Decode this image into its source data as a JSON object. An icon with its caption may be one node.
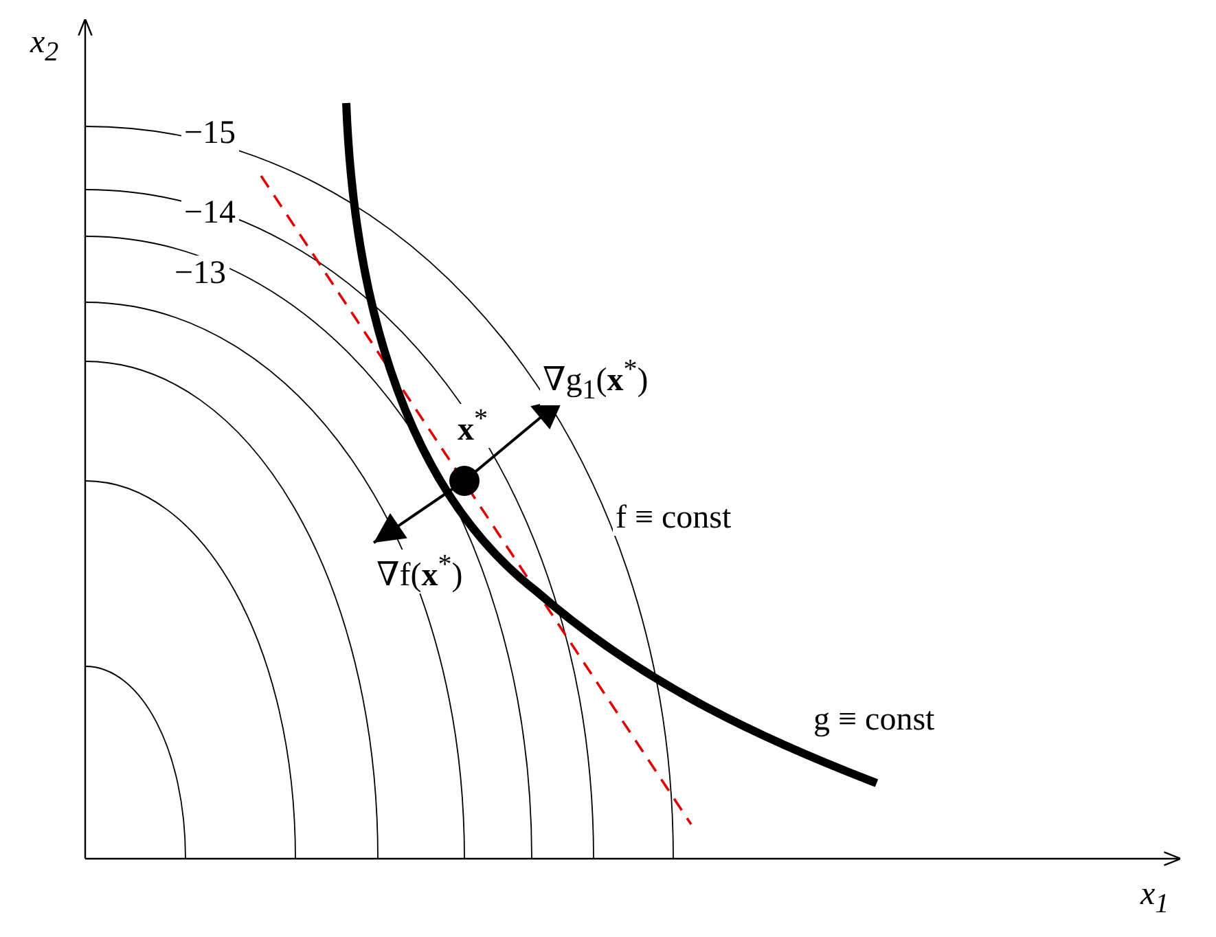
{
  "diagram": {
    "labels": [
      "x$_{2}$",
      "−15",
      "−14",
      "−13",
      "∇g$_{1}$(**x**$^{*}$)",
      "**x**$^{*}$",
      "f ≡ const",
      "∇f(**x**$^{*}$)",
      "g ≡ const",
      "x$_{1}$"
    ]
  }
}
